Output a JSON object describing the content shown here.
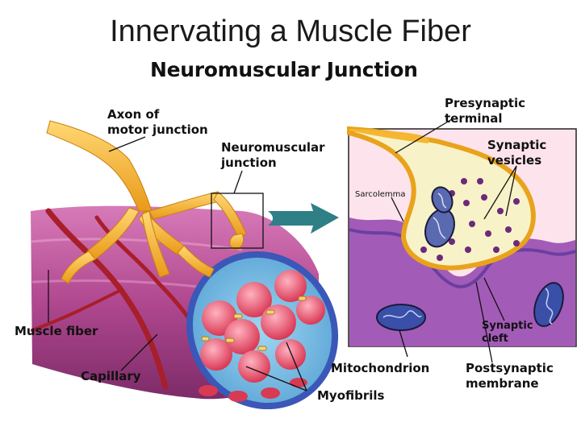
{
  "slide_title": "Innervating a Muscle Fiber",
  "diagram_title": "Neuromuscular Junction",
  "labels": {
    "axon_line1": "Axon of",
    "axon_line2": "motor junction",
    "nmj_line1": "Neuromuscular",
    "nmj_line2": "junction",
    "muscle_fiber": "Muscle fiber",
    "capillary": "Capillary",
    "myofibrils": "Myofibrils",
    "mitochondrion": "Mitochondrion",
    "presynaptic_line1": "Presynaptic",
    "presynaptic_line2": "terminal",
    "vesicles_line1": "Synaptic",
    "vesicles_line2": "vesicles",
    "sarcolemma": "Sarcolemma",
    "cleft_line1": "Synaptic",
    "cleft_line2": "cleft",
    "postsynaptic_line1": "Postsynaptic",
    "postsynaptic_line2": "membrane"
  },
  "colors": {
    "axon": "#f5b731",
    "muscle": "#b0488f",
    "myofibril": "#e8405a",
    "capillary": "#a81e2a",
    "arrow": "#2f7f86",
    "inset_bg": "#fbd8e4"
  }
}
